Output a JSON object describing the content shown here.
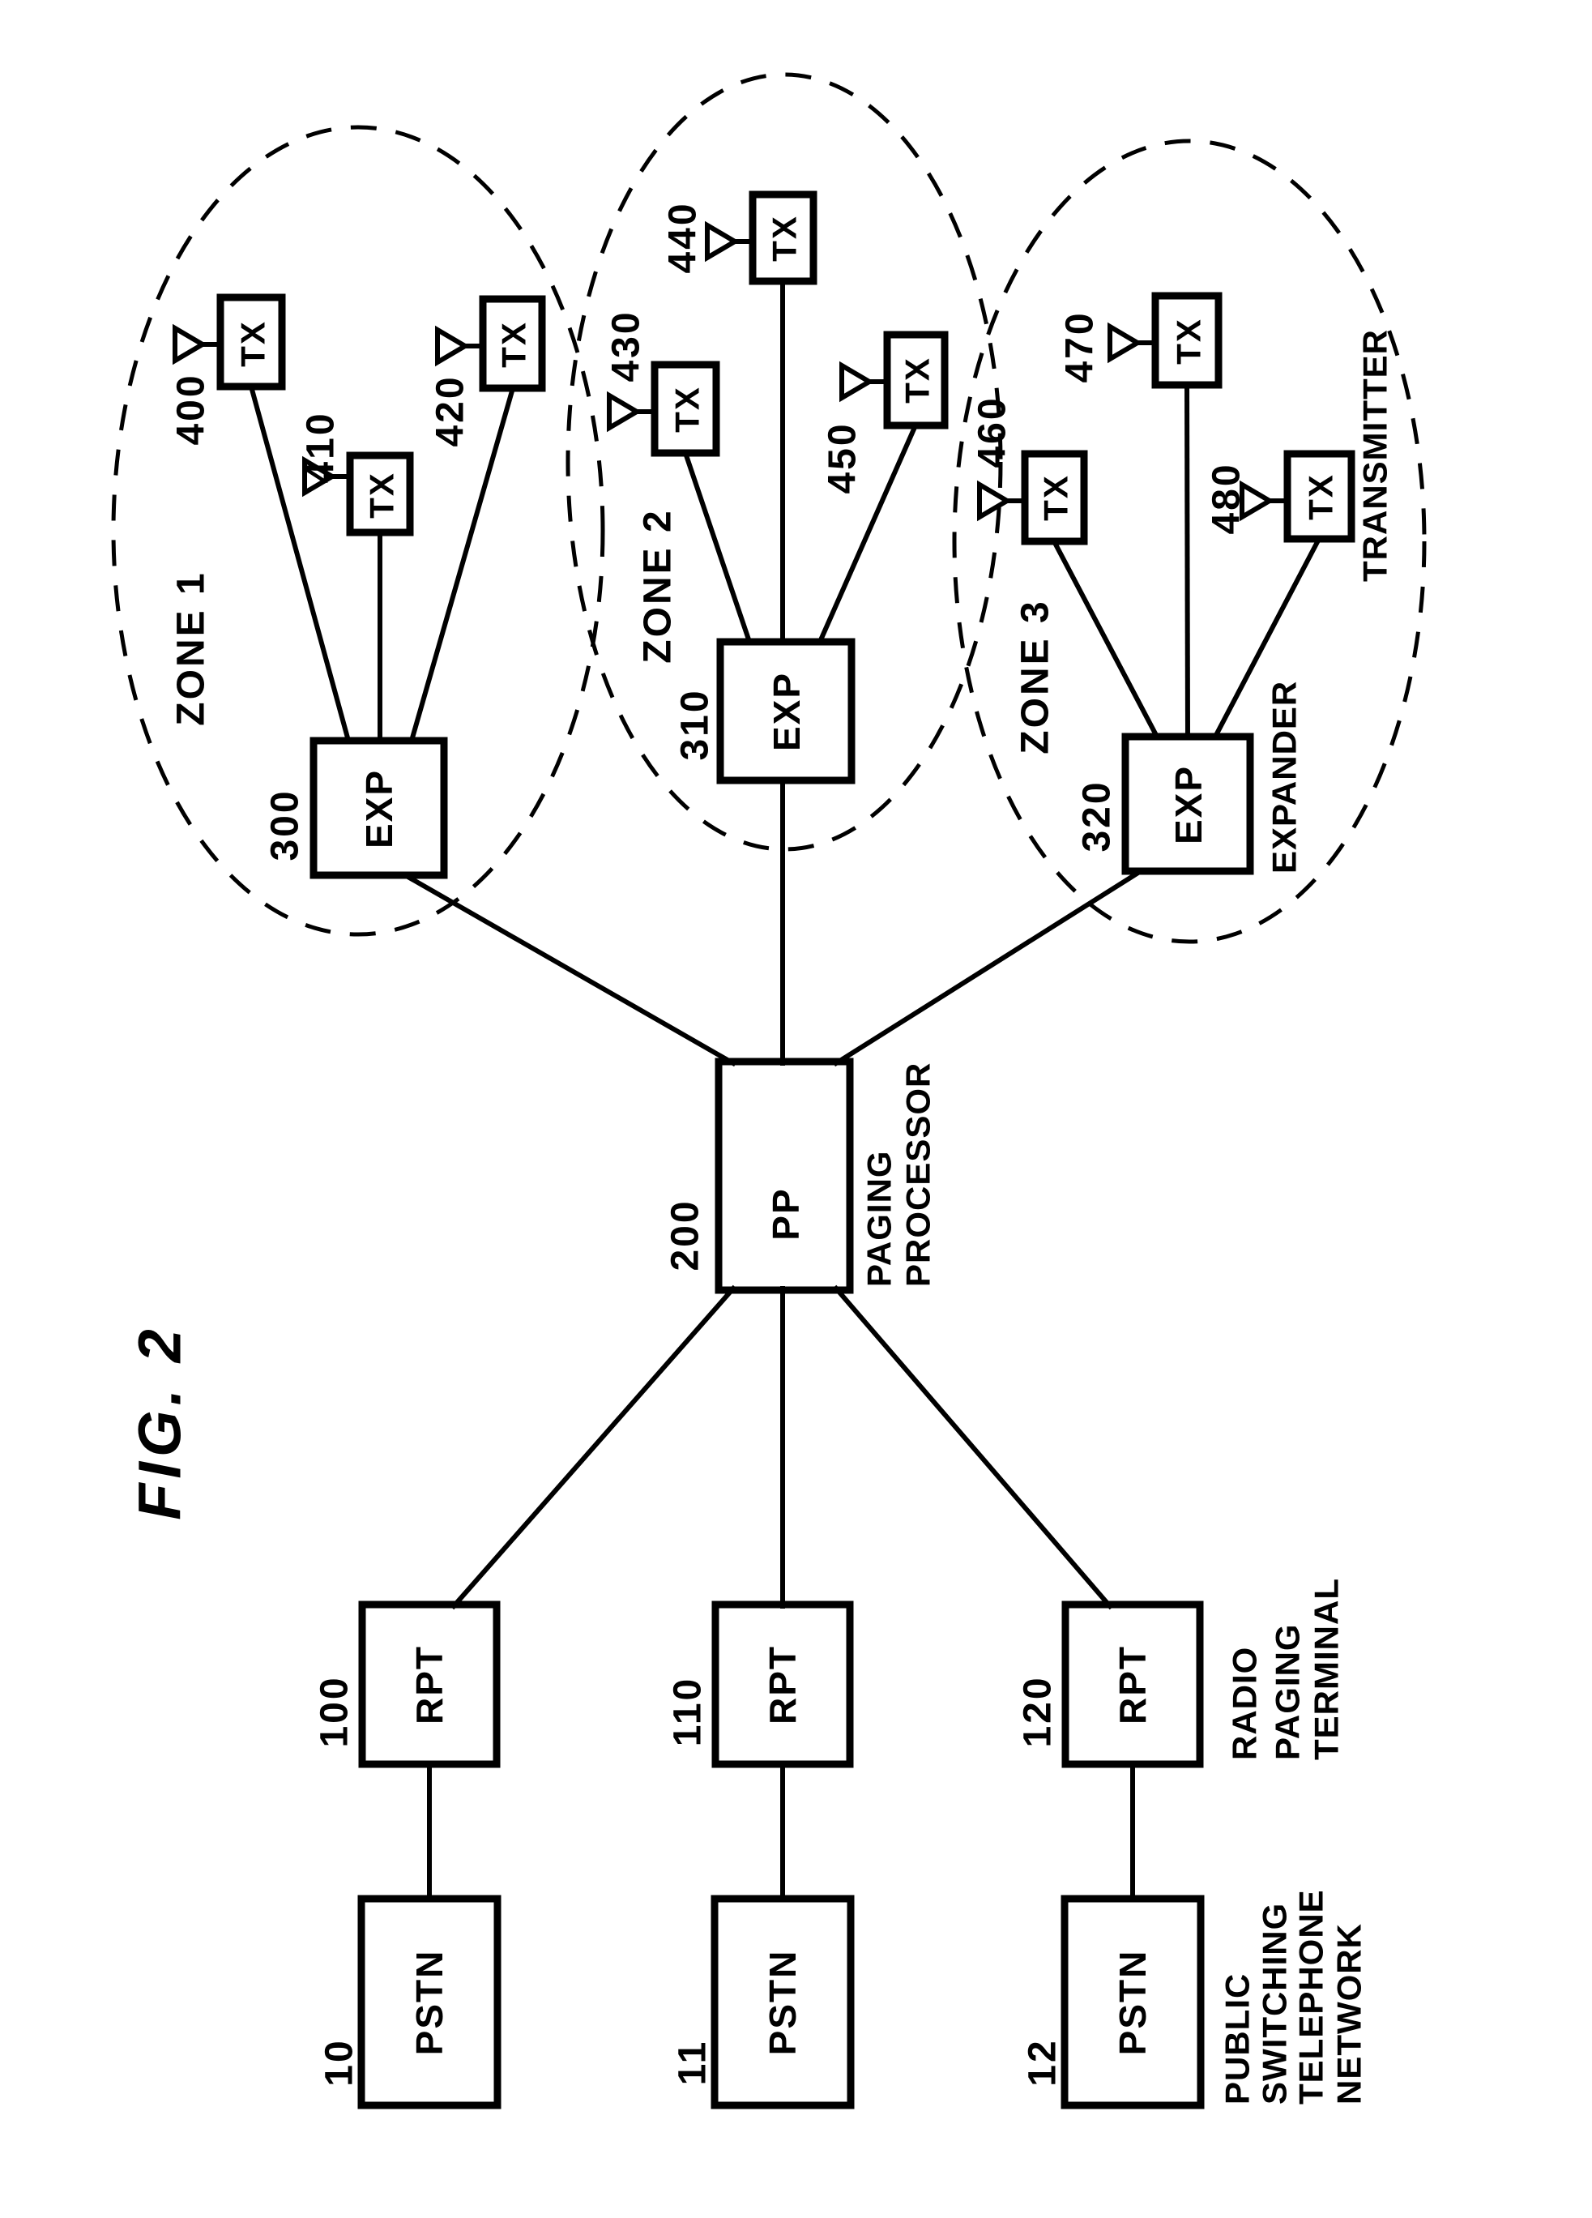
{
  "figure_label": "FIG. 2",
  "network": {
    "pstn": {
      "label": "PSTN",
      "caption_lines": [
        "PUBLIC",
        "SWITCHING",
        "TELEPHONE",
        "NETWORK"
      ],
      "nodes": [
        {
          "ref": "10"
        },
        {
          "ref": "11"
        },
        {
          "ref": "12"
        }
      ]
    },
    "rpt": {
      "label": "RPT",
      "caption_lines": [
        "RADIO",
        "PAGING",
        "TERMINAL"
      ],
      "nodes": [
        {
          "ref": "100"
        },
        {
          "ref": "110"
        },
        {
          "ref": "120"
        }
      ]
    },
    "pp": {
      "label": "PP",
      "ref": "200",
      "caption_lines": [
        "PAGING",
        "PROCESSOR"
      ]
    },
    "exp": {
      "label": "EXP",
      "caption": "EXPANDER"
    },
    "tx": {
      "label": "TX",
      "caption": "TRANSMITTER"
    },
    "zones": [
      {
        "name": "ZONE 1",
        "exp_ref": "300",
        "tx_refs": [
          "400",
          "410",
          "420"
        ]
      },
      {
        "name": "ZONE 2",
        "exp_ref": "310",
        "tx_refs": [
          "430",
          "440",
          "450"
        ]
      },
      {
        "name": "ZONE 3",
        "exp_ref": "320",
        "tx_refs": [
          "460",
          "470",
          "480"
        ]
      }
    ]
  },
  "colors": {
    "ink": "#000000",
    "paper": "#ffffff"
  }
}
